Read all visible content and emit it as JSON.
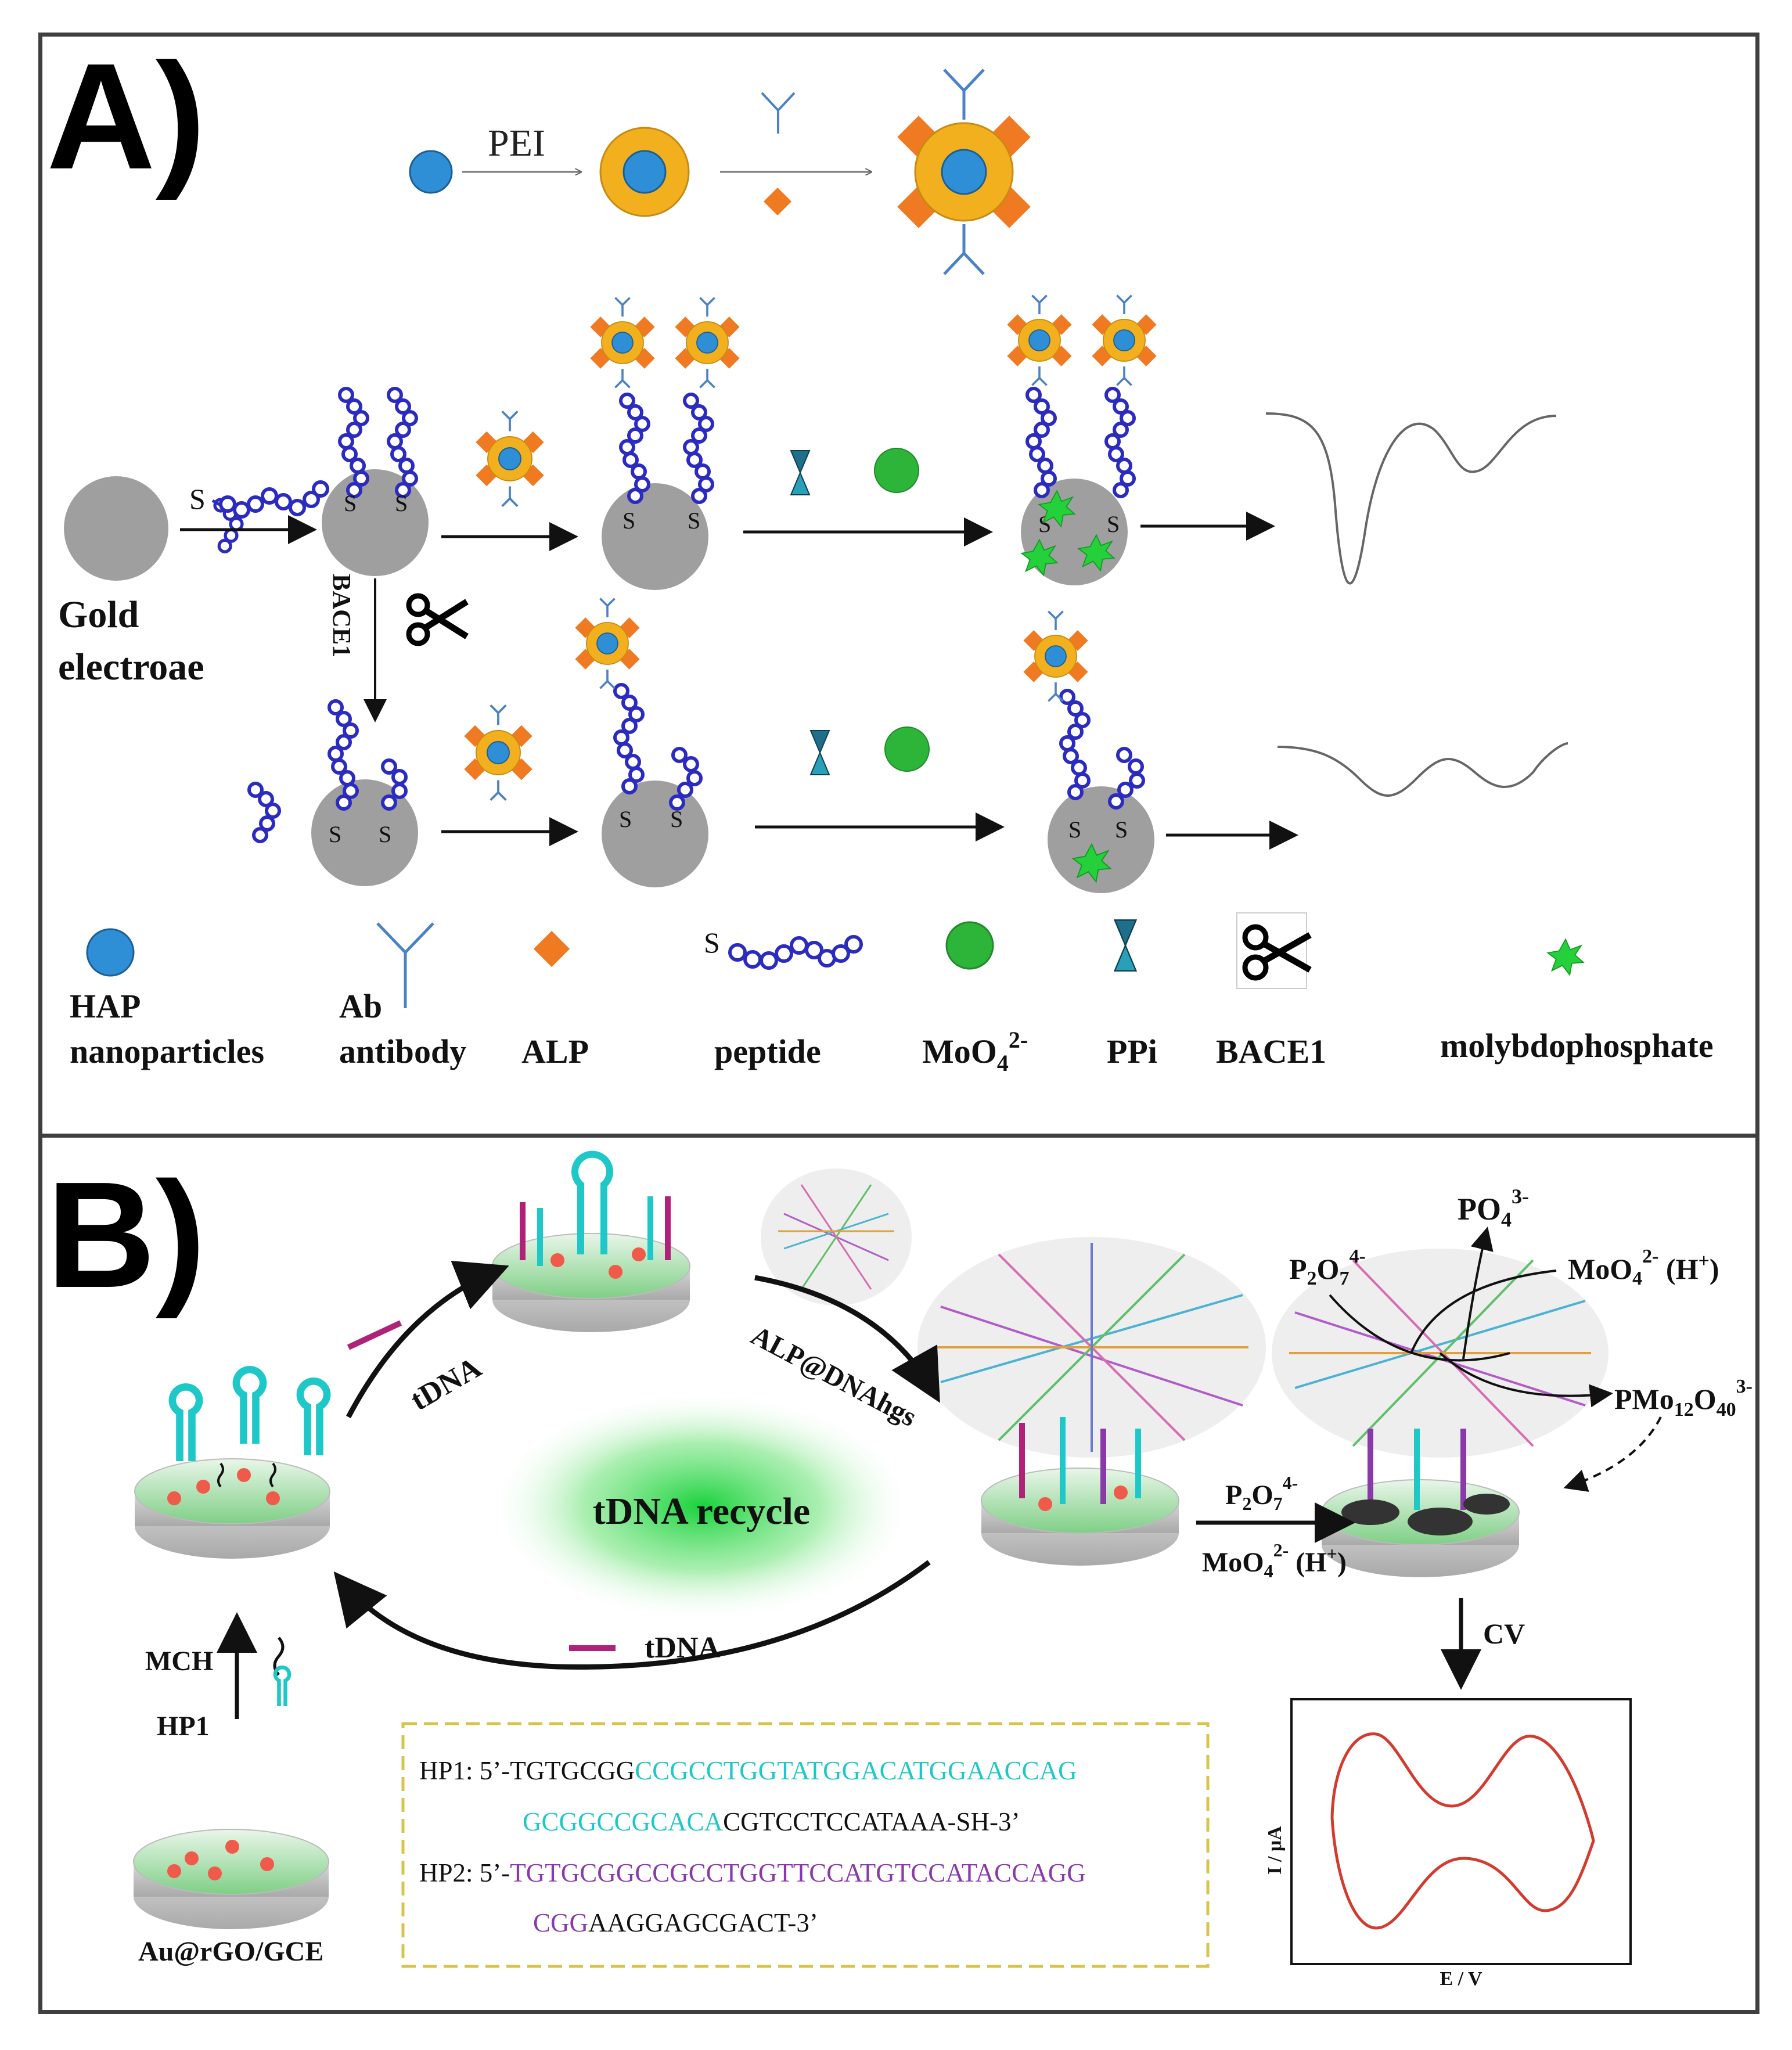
{
  "panelA": {
    "label": "A)",
    "pei": "PEI",
    "gold_electrode": [
      "Gold",
      "electroae"
    ],
    "bace1_vertical": "BACE1",
    "s": "S",
    "legend": {
      "hap": [
        "HAP",
        "nanoparticles"
      ],
      "ab": [
        "Ab",
        "antibody"
      ],
      "alp": "ALP",
      "peptide": "peptide",
      "moo4": "MoO",
      "moo4_sub": "4",
      "moo4_sup": "2-",
      "ppi": "PPi",
      "bace1": "BACE1",
      "molybdo": "molybdophosphate"
    }
  },
  "panelB": {
    "label": "B)",
    "tdna_top": "tDNA",
    "alp_dna": "ALP@DNAhgs",
    "recycle": "tDNA  recycle",
    "tdna_bottom": "tDNA",
    "mch": "MCH",
    "hp1": "HP1",
    "electrode": "Au@rGO/GCE",
    "cv": "CV",
    "i_axis": "I / μA",
    "e_axis": "E / V",
    "seq": {
      "hp1_prefix": "HP1: 5’-TGTGCGG",
      "hp1_cyan1": "CCGCCTGGTATGGACATGGAACCAG",
      "hp1_cyan2": "GCGGCCGCACA",
      "hp1_tail": "CGTCCTCCATAAA-SH-3’",
      "hp2_prefix": "HP2: 5’-",
      "hp2_purple1": "TGTGCGGCCGCCTGGTTCCATGTCCATACCAGG",
      "hp2_purple2": "CGG",
      "hp2_tail": "AAGGAGCGACT-3’"
    },
    "chem": {
      "p2o7_a": "P",
      "p2o7_b": "2",
      "p2o7_c": "O",
      "p2o7_d": "7",
      "p2o7_e": "4-",
      "po4": "PO",
      "po4_sub": "4",
      "po4_sup": "3-",
      "moo4": "MoO",
      "moo4_sub": "4",
      "moo4_sup": "2-",
      "h": " (H",
      "h_sup": "+",
      "close": ")",
      "pmo": "PMo",
      "pmo_sub1": "12",
      "pmo_o": "O",
      "pmo_sub2": "40",
      "pmo_sup": "3-"
    }
  },
  "colors": {
    "gold_gray": "#9f9f9f",
    "peptide_blue": "#2b2bbf",
    "hap_blue": "#2e8fd6",
    "shell_yellow": "#f2b01e",
    "alp_orange": "#f07a22",
    "ab_blue": "#4a82c4",
    "moo4_green": "#2db53a",
    "ppi_teal": "#1f8a9a",
    "hp1_cyan": "#1fc8c8",
    "hp2_purple": "#8a3aa8",
    "tdna_magenta": "#b0227a",
    "cv_red": "#d23b2e",
    "dash_yellow": "#d9c44a"
  }
}
